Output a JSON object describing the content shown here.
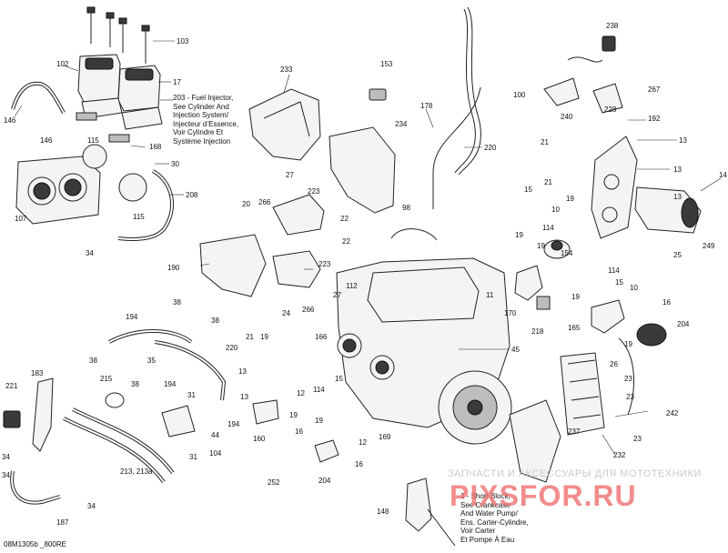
{
  "diagram": {
    "reference_code": "08M1305b _800RE",
    "notes": {
      "fuel_injector": "203 - Fuel Injector,\nSee Cylinder And\nInjection System/\nInjecteur d’Essence,\nVoir Cylindre Et\nSystème Injection",
      "short_block": "1 - Short Block,\nSee Crankcase\nAnd Water Pump/\nEns. Carter-Cylindre,\nVoir Carter\nEt Pompe À Eau"
    },
    "watermark": {
      "text_ru": "ЗАПЧАСТИ И АКСЕССУАРЫ ДЛЯ МОТОТЕХНИКИ",
      "logo": "PIXSFOR.RU"
    },
    "callouts": [
      {
        "id": "c-103",
        "text": "103"
      },
      {
        "id": "c-102",
        "text": "102"
      },
      {
        "id": "c-17",
        "text": "17"
      },
      {
        "id": "c-146a",
        "text": "146"
      },
      {
        "id": "c-146b",
        "text": "146"
      },
      {
        "id": "c-168",
        "text": "168"
      },
      {
        "id": "c-115a",
        "text": "115"
      },
      {
        "id": "c-30",
        "text": "30"
      },
      {
        "id": "c-208",
        "text": "208"
      },
      {
        "id": "c-107",
        "text": "107"
      },
      {
        "id": "c-115b",
        "text": "115"
      },
      {
        "id": "c-34a",
        "text": "34"
      },
      {
        "id": "c-233",
        "text": "233"
      },
      {
        "id": "c-153",
        "text": "153"
      },
      {
        "id": "c-234",
        "text": "234"
      },
      {
        "id": "c-178",
        "text": "178"
      },
      {
        "id": "c-220a",
        "text": "220"
      },
      {
        "id": "c-238",
        "text": "238"
      },
      {
        "id": "c-100",
        "text": "100"
      },
      {
        "id": "c-267",
        "text": "267"
      },
      {
        "id": "c-240",
        "text": "240"
      },
      {
        "id": "c-228",
        "text": "228"
      },
      {
        "id": "c-192",
        "text": "192"
      },
      {
        "id": "c-21a",
        "text": "21"
      },
      {
        "id": "c-13a",
        "text": "13"
      },
      {
        "id": "c-13b",
        "text": "13"
      },
      {
        "id": "c-13c",
        "text": "13"
      },
      {
        "id": "c-14",
        "text": "14"
      },
      {
        "id": "c-27a",
        "text": "27"
      },
      {
        "id": "c-20",
        "text": "20"
      },
      {
        "id": "c-266a",
        "text": "266"
      },
      {
        "id": "c-223a",
        "text": "223"
      },
      {
        "id": "c-22a",
        "text": "22"
      },
      {
        "id": "c-98",
        "text": "98"
      },
      {
        "id": "c-21b",
        "text": "21"
      },
      {
        "id": "c-15a",
        "text": "15"
      },
      {
        "id": "c-114a",
        "text": "114"
      },
      {
        "id": "c-10a",
        "text": "10"
      },
      {
        "id": "c-19a",
        "text": "19"
      },
      {
        "id": "c-19b",
        "text": "19"
      },
      {
        "id": "c-19c",
        "text": "19"
      },
      {
        "id": "c-154",
        "text": "154"
      },
      {
        "id": "c-249",
        "text": "249"
      },
      {
        "id": "c-25",
        "text": "25"
      },
      {
        "id": "c-190",
        "text": "190"
      },
      {
        "id": "c-22b",
        "text": "22"
      },
      {
        "id": "c-223b",
        "text": "223"
      },
      {
        "id": "c-27b",
        "text": "27"
      },
      {
        "id": "c-266b",
        "text": "266"
      },
      {
        "id": "c-112",
        "text": "112"
      },
      {
        "id": "c-11",
        "text": "11"
      },
      {
        "id": "c-15b",
        "text": "15"
      },
      {
        "id": "c-114b",
        "text": "114"
      },
      {
        "id": "c-10b",
        "text": "10"
      },
      {
        "id": "c-19d",
        "text": "19"
      },
      {
        "id": "c-170",
        "text": "170"
      },
      {
        "id": "c-218",
        "text": "218"
      },
      {
        "id": "c-16a",
        "text": "16"
      },
      {
        "id": "c-165",
        "text": "165"
      },
      {
        "id": "c-204a",
        "text": "204"
      },
      {
        "id": "c-19e",
        "text": "19"
      },
      {
        "id": "c-38a",
        "text": "38"
      },
      {
        "id": "c-194a",
        "text": "194"
      },
      {
        "id": "c-38b",
        "text": "38"
      },
      {
        "id": "c-24",
        "text": "24"
      },
      {
        "id": "c-45",
        "text": "45"
      },
      {
        "id": "c-166",
        "text": "166"
      },
      {
        "id": "c-21c",
        "text": "21"
      },
      {
        "id": "c-19f",
        "text": "19"
      },
      {
        "id": "c-220b",
        "text": "220"
      },
      {
        "id": "c-38c",
        "text": "38"
      },
      {
        "id": "c-35",
        "text": "35"
      },
      {
        "id": "c-13d",
        "text": "13"
      },
      {
        "id": "c-15c",
        "text": "15"
      },
      {
        "id": "c-13e",
        "text": "13"
      },
      {
        "id": "c-38d",
        "text": "38"
      },
      {
        "id": "c-194b",
        "text": "194"
      },
      {
        "id": "c-183",
        "text": "183"
      },
      {
        "id": "c-221",
        "text": "221"
      },
      {
        "id": "c-215",
        "text": "215"
      },
      {
        "id": "c-31a",
        "text": "31"
      },
      {
        "id": "c-23a",
        "text": "23"
      },
      {
        "id": "c-26",
        "text": "26"
      },
      {
        "id": "c-23b",
        "text": "23"
      },
      {
        "id": "c-242",
        "text": "242"
      },
      {
        "id": "c-114c",
        "text": "114"
      },
      {
        "id": "c-12a",
        "text": "12"
      },
      {
        "id": "c-19g",
        "text": "19"
      },
      {
        "id": "c-19h",
        "text": "19"
      },
      {
        "id": "c-194c",
        "text": "194"
      },
      {
        "id": "c-44",
        "text": "44"
      },
      {
        "id": "c-160",
        "text": "160"
      },
      {
        "id": "c-16b",
        "text": "16"
      },
      {
        "id": "c-12b",
        "text": "12"
      },
      {
        "id": "c-169",
        "text": "169"
      },
      {
        "id": "c-237",
        "text": "237"
      },
      {
        "id": "c-232",
        "text": "232"
      },
      {
        "id": "c-23c",
        "text": "23"
      },
      {
        "id": "c-104",
        "text": "104"
      },
      {
        "id": "c-31b",
        "text": "31"
      },
      {
        "id": "c-34b",
        "text": "34"
      },
      {
        "id": "c-34c",
        "text": "34"
      },
      {
        "id": "c-213",
        "text": "213, 213a"
      },
      {
        "id": "c-16c",
        "text": "16"
      },
      {
        "id": "c-204b",
        "text": "204"
      },
      {
        "id": "c-252",
        "text": "252"
      },
      {
        "id": "c-34d",
        "text": "34"
      },
      {
        "id": "c-187",
        "text": "187"
      },
      {
        "id": "c-148",
        "text": "148"
      }
    ]
  }
}
